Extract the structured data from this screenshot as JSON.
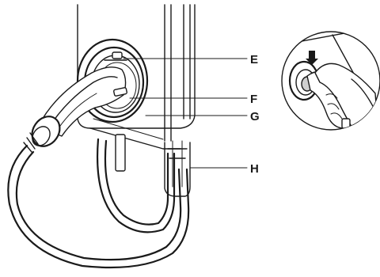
{
  "callouts": {
    "e": "E",
    "f": "F",
    "g": "G",
    "h": "H"
  },
  "colors": {
    "line": "#1a1a1a",
    "background": "#ffffff"
  }
}
